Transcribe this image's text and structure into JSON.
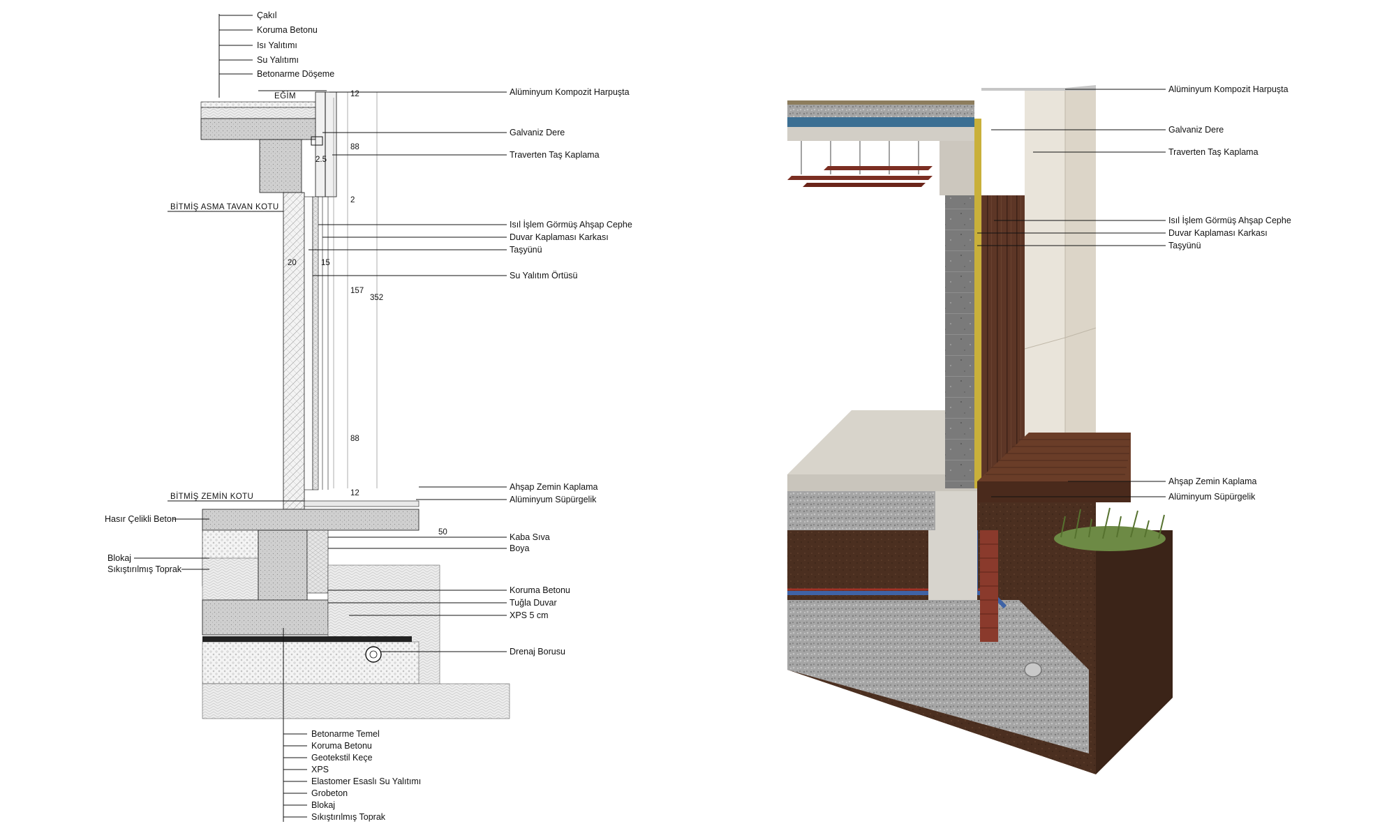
{
  "section": {
    "top_labels": [
      "Çakıl",
      "Koruma Betonu",
      "Isı Yalıtımı",
      "Su Yalıtımı",
      "Betonarme Döşeme"
    ],
    "slope_label": "EĞİM",
    "ceiling_level": "BİTMİŞ ASMA TAVAN KOTU",
    "floor_level": "BİTMİŞ ZEMİN KOTU",
    "right_labels": [
      "Alüminyum Kompozit Harpuşta",
      "Galvaniz Dere",
      "Traverten Taş Kaplama",
      "Isıl İşlem Görmüş Ahşap Cephe",
      "Duvar Kaplaması Karkası",
      "Taşyünü",
      "Su Yalıtım Örtüsü",
      "Ahşap Zemin Kaplama",
      "Alüminyum Süpürgelik",
      "Kaba Sıva",
      "Boya",
      "Koruma Betonu",
      "Tuğla Duvar",
      "XPS 5 cm",
      "Drenaj Borusu"
    ],
    "left_labels": [
      "Hasır Çelikli Beton",
      "Blokaj",
      "Sıkıştırılmış Toprak"
    ],
    "bottom_labels": [
      "Betonarme Temel",
      "Koruma Betonu",
      "Geotekstil Keçe",
      "XPS",
      "Elastomer Esaslı Su Yalıtımı",
      "Grobeton",
      "Blokaj",
      "Sıkıştırılmış Toprak"
    ],
    "dimensions": {
      "parapet_top": "12",
      "parapet_height": "88",
      "parapet_small": "2.5",
      "gap_small": "2",
      "wall_left": "20",
      "wall_right": "15",
      "cladding_middle": "157",
      "total_height": "352",
      "cladding_lower": "88",
      "floor_gap": "12",
      "footing_depth": "50"
    }
  },
  "render3d": {
    "labels": [
      "Alüminyum Kompozit Harpuşta",
      "Galvaniz Dere",
      "Traverten Taş Kaplama",
      "Isıl İşlem Görmüş Ahşap Cephe",
      "Duvar Kaplaması Karkası",
      "Taşyünü",
      "Ahşap Zemin Kaplama",
      "Alüminyum Süpürgelik"
    ]
  },
  "colors": {
    "concrete": "#d9d6cf",
    "travertine": "#e9e4da",
    "wood": "#5b3524",
    "soil": "#4a2e1e",
    "gravel": "#9b9b9b",
    "insulation": "#c9b03a",
    "waterproof_blue": "#3f63a6",
    "brick": "#8a3a2c",
    "grass": "#6d8a45"
  }
}
